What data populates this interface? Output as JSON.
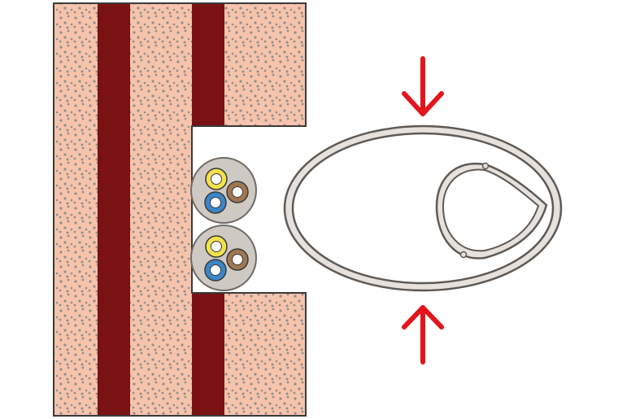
{
  "colors": {
    "background": "#ffffff",
    "plaster": "#f6c3ab",
    "plaster_dots": "#8f8f8f",
    "timber_stud": "#7a1214",
    "outline": "#3a3a3a",
    "cable_sheath": "#cfc9c3",
    "cable_sheath_edge": "#6f6a66",
    "wire_yellow": "#f2e14c",
    "wire_blue": "#3a86c8",
    "wire_brown": "#a07850",
    "wire_core": "#ffffff",
    "grommet_ring": "#e6e1dc",
    "grommet_ring_edge": "#5f5a56",
    "arrow": "#e2141c"
  },
  "cables": [
    {
      "id": "upper"
    },
    {
      "id": "lower"
    }
  ],
  "arrows": [
    {
      "id": "top",
      "direction": "down"
    },
    {
      "id": "bottom",
      "direction": "up"
    }
  ]
}
